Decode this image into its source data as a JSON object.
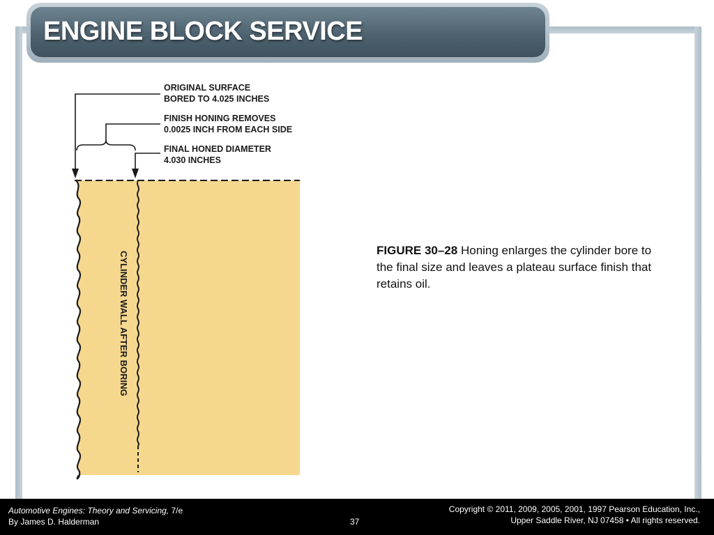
{
  "slide": {
    "title": "ENGINE BLOCK SERVICE"
  },
  "figure": {
    "label_original_line1": "ORIGINAL SURFACE",
    "label_original_line2": "BORED TO 4.025 INCHES",
    "label_honing_line1": "FINISH HONING REMOVES",
    "label_honing_line2": "0.0025 INCH FROM EACH SIDE",
    "label_final_line1": "FINAL HONED DIAMETER",
    "label_final_line2": "4.030 INCHES",
    "wall_label": "CYLINDER WALL AFTER BORING",
    "colors": {
      "wall_fill": "#f5d78e",
      "line": "#1a1a1a"
    }
  },
  "caption": {
    "figure_number": "FIGURE 30–28",
    "text": " Honing enlarges the cylinder bore to the final size and leaves a plateau surface finish that retains oil."
  },
  "footer": {
    "book_title": "Automotive Engines: Theory and Servicing,",
    "edition": " 7/e",
    "author": "By James D. Halderman",
    "page_number": "37",
    "copyright_line1": "Copyright © 2011, 2009, 2005, 2001, 1997 Pearson Education, Inc.,",
    "copyright_line2": "Upper Saddle River, NJ 07458 • All rights reserved."
  },
  "theme": {
    "title_bar": "#4e6270",
    "frame": "#aebdc7",
    "footer_bg": "#000000"
  }
}
